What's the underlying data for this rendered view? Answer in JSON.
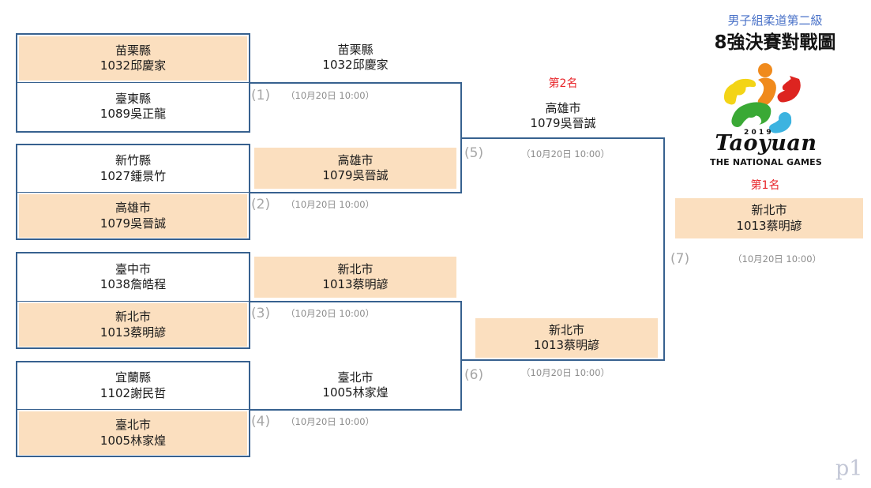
{
  "header": {
    "subtitle": "男子組柔道第二級",
    "title": "8強決賽對戰圖",
    "logo": {
      "year": "2019",
      "wordmark": "Taoyuan",
      "tagline": "THE NATIONAL GAMES"
    }
  },
  "page_mark": "p1",
  "labels": {
    "rank_first": "第1名",
    "rank_second": "第2名",
    "datetime": "（10月20日 10:00）"
  },
  "colors": {
    "border_blue": "#37618f",
    "winner_fill": "#fbdfbf",
    "rank_red": "#e8252a",
    "subtitle_blue": "#4a72c8",
    "muted_gray": "#a6a6a6"
  },
  "round1": {
    "matches": [
      {
        "index": "(1)",
        "datetime": "（10月20日 10:00）",
        "players": [
          {
            "team": "苗栗縣",
            "athlete": "1032邱慶家",
            "winner": true
          },
          {
            "team": "臺東縣",
            "athlete": "1089吳正龍",
            "winner": false
          }
        ]
      },
      {
        "index": "(2)",
        "datetime": "（10月20日 10:00）",
        "players": [
          {
            "team": "新竹縣",
            "athlete": "1027鍾景竹",
            "winner": false
          },
          {
            "team": "高雄市",
            "athlete": "1079吳晉誠",
            "winner": true
          }
        ]
      },
      {
        "index": "(3)",
        "datetime": "（10月20日 10:00）",
        "players": [
          {
            "team": "臺中市",
            "athlete": "1038詹皓程",
            "winner": false
          },
          {
            "team": "新北市",
            "athlete": "1013蔡明諺",
            "winner": true
          }
        ]
      },
      {
        "index": "(4)",
        "datetime": "（10月20日 10:00）",
        "players": [
          {
            "team": "宜蘭縣",
            "athlete": "1102謝民哲",
            "winner": false
          },
          {
            "team": "臺北市",
            "athlete": "1005林家煌",
            "winner": true
          }
        ]
      }
    ]
  },
  "round2": {
    "matches": [
      {
        "index": "(5)",
        "datetime": "（10月20日 10:00）",
        "players": [
          {
            "team": "苗栗縣",
            "athlete": "1032邱慶家",
            "winner": false
          },
          {
            "team": "高雄市",
            "athlete": "1079吳晉誠",
            "winner": true
          }
        ]
      },
      {
        "index": "(6)",
        "datetime": "（10月20日 10:00）",
        "players": [
          {
            "team": "新北市",
            "athlete": "1013蔡明諺",
            "winner": true
          },
          {
            "team": "臺北市",
            "athlete": "1005林家煌",
            "winner": false
          }
        ]
      }
    ]
  },
  "final": {
    "index": "(7)",
    "datetime": "（10月20日 10:00）",
    "players": [
      {
        "team": "高雄市",
        "athlete": "1079吳晉誠",
        "winner": false,
        "rank": "第2名"
      },
      {
        "team": "新北市",
        "athlete": "1013蔡明諺",
        "winner": true,
        "rank": null
      }
    ],
    "champion": {
      "team": "新北市",
      "athlete": "1013蔡明諺",
      "rank": "第1名"
    }
  }
}
